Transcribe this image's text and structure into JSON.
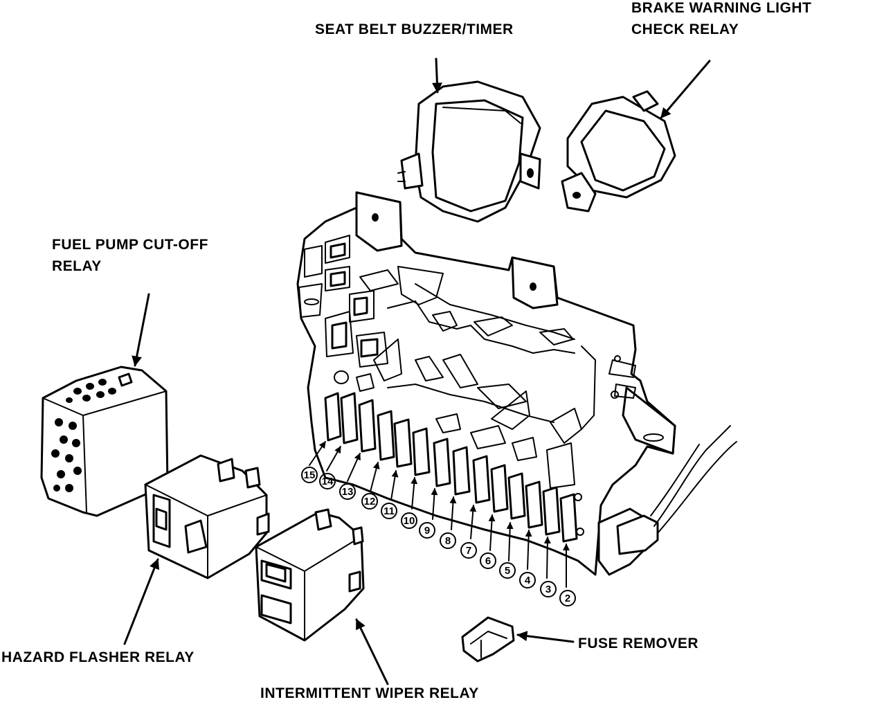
{
  "labels": {
    "seat_belt": "SEAT BELT BUZZER/TIMER",
    "brake_line1": "BRAKE WARNING LIGHT",
    "brake_line2": "CHECK RELAY",
    "fuel_line1": "FUEL PUMP CUT-OFF",
    "fuel_line2": "RELAY",
    "hazard": "HAZARD FLASHER RELAY",
    "wiper": "INTERMITTENT WIPER RELAY",
    "fuse_remover": "FUSE REMOVER"
  },
  "fuse_numbers": [
    "15",
    "14",
    "13",
    "12",
    "11",
    "10",
    "9",
    "8",
    "7",
    "6",
    "5",
    "4",
    "3",
    "2"
  ]
}
